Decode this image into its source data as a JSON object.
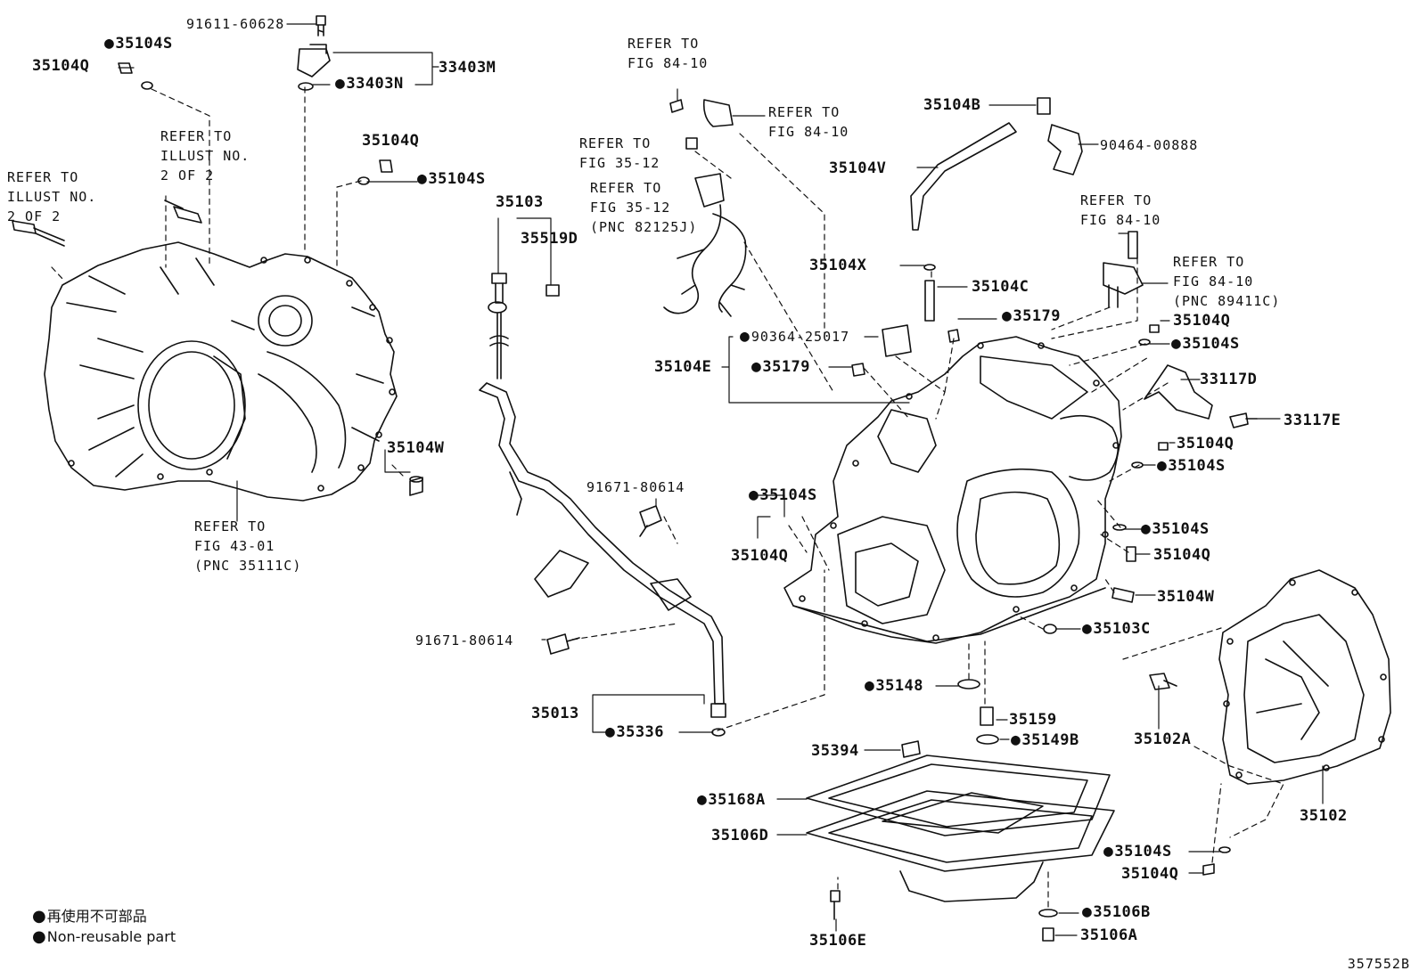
{
  "figure_code": "357552B",
  "legend": {
    "line_jp": "再使用不可部品",
    "line_en": "Non-reusable part"
  },
  "references": {
    "r_illust_left": "REFER TO\nILLUST NO.\n2 OF 2",
    "r_illust_mid": "REFER TO\nILLUST NO.\n2 OF 2",
    "r_fig4301": "REFER TO\nFIG 43-01\n(PNC 35111C)",
    "r_fig8410_top": "REFER TO\nFIG 84-10",
    "r_fig8410_sensor": "REFER TO\nFIG 84-10",
    "r_fig3512": "REFER TO\nFIG 35-12",
    "r_fig3512_pnc": "REFER TO\nFIG 35-12\n(PNC 82125J)",
    "r_fig8410_right": "REFER TO\nFIG 84-10",
    "r_fig8410_pnc": "REFER TO\nFIG 84-10\n(PNC 89411C)"
  },
  "parts": {
    "p91611": "91611-60628",
    "p35104S_a": "35104S",
    "p35104Q_a": "35104Q",
    "p33403N": "33403N",
    "p33403M": "33403M",
    "p35104Q_b": "35104Q",
    "p35104S_b": "35104S",
    "p35103": "35103",
    "p35519D": "35519D",
    "p35104W_a": "35104W",
    "p91671_a": "91671-80614",
    "p91671_b": "91671-80614",
    "p35013": "35013",
    "p35336": "35336",
    "p35104B": "35104B",
    "p90464": "90464-00888",
    "p35104V": "35104V",
    "p35104X": "35104X",
    "p35104C": "35104C",
    "p35179_a": "35179",
    "p90364": "90364-25017",
    "p35104E": "35104E",
    "p35179_b": "35179",
    "p35104Q_c": "35104Q",
    "p35104S_c": "35104S",
    "p33117D": "33117D",
    "p33117E": "33117E",
    "p35104Q_d": "35104Q",
    "p35104S_d": "35104S",
    "p35104S_e": "35104S",
    "p35104Q_e": "35104Q",
    "p35104S_f": "35104S",
    "p35104Q_f": "35104Q",
    "p35104W_b": "35104W",
    "p35103C": "35103C",
    "p35148": "35148",
    "p35159": "35159",
    "p35149B": "35149B",
    "p35394": "35394",
    "p35102A": "35102A",
    "p35102": "35102",
    "p35168A": "35168A",
    "p35106D": "35106D",
    "p35104S_g": "35104S",
    "p35104Q_g": "35104Q",
    "p35106B": "35106B",
    "p35106A": "35106A",
    "p35106E": "35106E"
  }
}
